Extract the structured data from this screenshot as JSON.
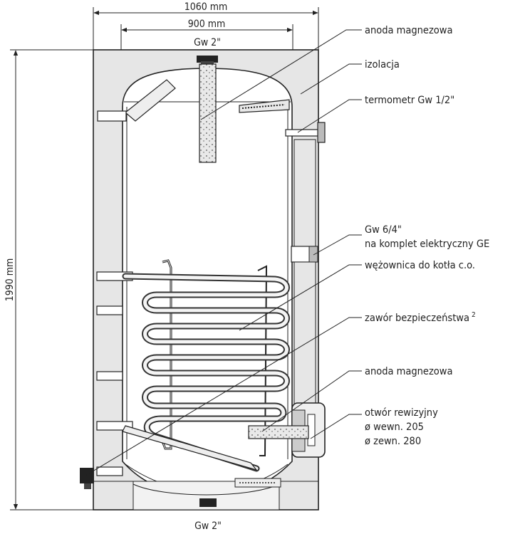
{
  "dimensions": {
    "width_outer": "1060 mm",
    "width_inner": "900 mm",
    "height": "1990 mm",
    "top_connection": "Gw 2\"",
    "bottom_connection": "Gw 2\""
  },
  "labels": {
    "anode_top": "anoda magnezowa",
    "insulation": "izolacja",
    "thermometer": "termometr Gw 1/2\"",
    "heater_line1": "Gw 6/4\"",
    "heater_line2": "na komplet elektryczny GE",
    "coil": "wężownica do kotła c.o.",
    "safety_valve": "zawór bezpieczeństwa",
    "safety_valve_note": "2",
    "anode_bottom": "anoda magnezowa",
    "inspection_line1": "otwór rewizyjny",
    "inspection_line2": "ø wewn. 205",
    "inspection_line3": "ø zewn. 280"
  },
  "colors": {
    "insulation": "#e6e6e6",
    "line": "#222222",
    "background": "#ffffff"
  }
}
